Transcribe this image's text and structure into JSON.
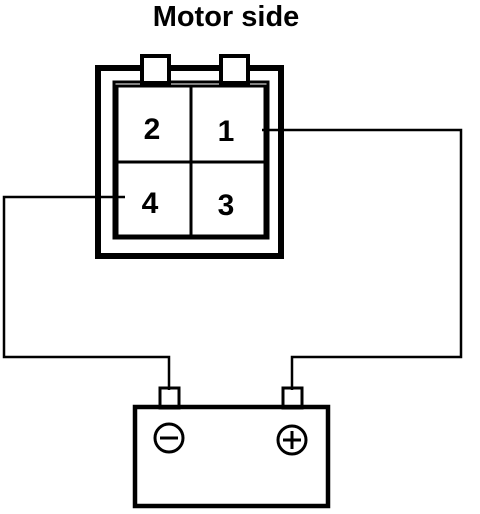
{
  "diagram": {
    "title": "Motor side",
    "connector_pins": {
      "top_left": "2",
      "top_right": "1",
      "bottom_left": "4",
      "bottom_right": "3"
    },
    "battery": {
      "negative_icon": "minus-circle-icon",
      "positive_icon": "plus-circle-icon"
    },
    "colors": {
      "ink": "#000000",
      "background": "#ffffff"
    }
  }
}
